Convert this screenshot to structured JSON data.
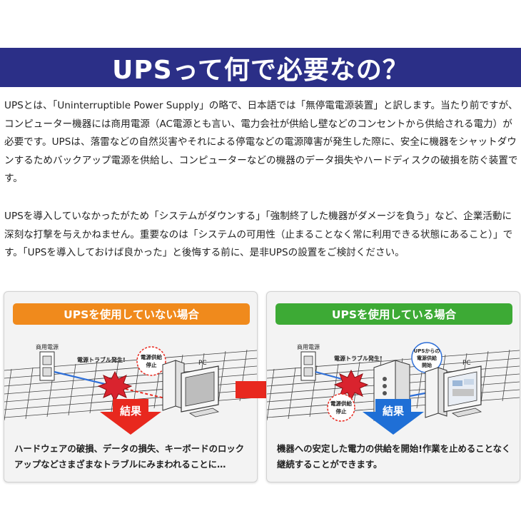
{
  "header": {
    "title": "UPSって何で必要なの？"
  },
  "intro": {
    "paragraph1": "UPSとは、「Uninterruptible Power Supply」の略で、日本語では「無停電電源装置」と訳します。当たり前ですが、コンピューター機器には商用電源（AC電源とも言い、電力会社が供給し壁などのコンセントから供給される電力）が必要です。UPSは、落雷などの自然災害やそれによる停電などの電源障害が発生した際に、安全に機器をシャットダウンするためバックアップ電源を供給し、コンピューターなどの機器のデータ損失やハードディスクの破損を防ぐ装置です。",
    "paragraph2": "UPSを導入していなかったがため「システムがダウンする」「強制終了した機器がダメージを負う」など、企業活動に深刻な打撃を与えかねません。重要なのは「システムの可用性（止まることなく常に利用できる状態にあること）」です。「UPSを導入しておけば良かった」と後悔する前に、是非UPSの設置をご検討ください。"
  },
  "panel_without": {
    "heading": "UPSを使用していない場合",
    "label_outlet": "商用電源",
    "label_trouble": "電源トラブル発生!",
    "label_stop_1": "電源供給",
    "label_stop_2": "停止",
    "label_pc": "PC",
    "result": "結果",
    "description": "ハードウェアの破損、データの損失、キーボードのロックアップなどさまざまなトラブルにみまわれることに…"
  },
  "panel_with": {
    "heading": "UPSを使用している場合",
    "label_outlet": "商用電源",
    "label_trouble": "電源トラブル発生!",
    "label_stop_1": "電源供給",
    "label_stop_2": "停止",
    "label_ups_1": "UPSからの",
    "label_ups_2": "電源供給",
    "label_ups_3": "開始",
    "label_pc": "PC",
    "result": "結果",
    "description": "機器への安定した電力の供給を開始!作業を止めることなく継続することができます。"
  },
  "colors": {
    "title_bar": "#2b2f87",
    "orange": "#f08a1c",
    "green": "#3daa35",
    "red": "#e8281e",
    "blue": "#1f6fd6"
  }
}
